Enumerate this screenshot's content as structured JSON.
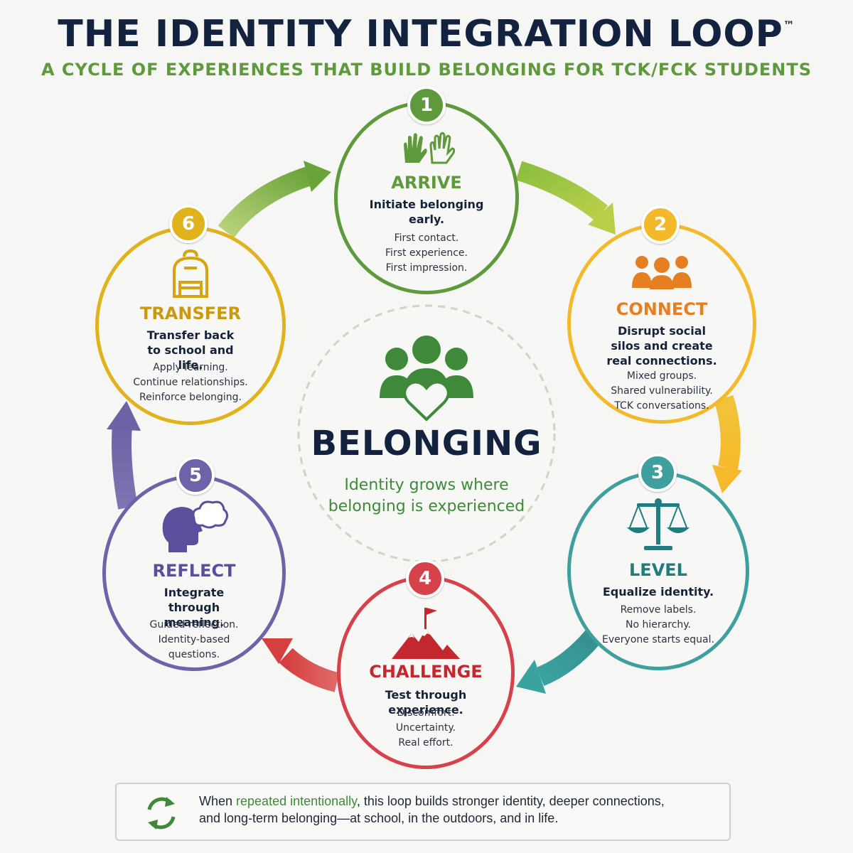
{
  "header": {
    "title": "THE IDENTITY INTEGRATION LOOP",
    "trademark": "™",
    "subtitle": "A CYCLE OF EXPERIENCES THAT BUILD BELONGING FOR TCK/FCK STUDENTS"
  },
  "center": {
    "icon": "group-heart-icon",
    "word": "BELONGING",
    "text": "Identity grows where belonging is experienced",
    "color": "#3f8a3a"
  },
  "stages": [
    {
      "number": "1",
      "name": "ARRIVE",
      "description": "Initiate belonging early.",
      "details": [
        "First contact.",
        "First experience.",
        "First impression."
      ],
      "color": "#5e9a3c",
      "icon": "hands-wave-icon"
    },
    {
      "number": "2",
      "name": "CONNECT",
      "description": "Disrupt social silos and create real connections.",
      "details": [
        "Mixed groups.",
        "Shared vulnerability.",
        "TCK conversations."
      ],
      "color": "#f4b92a",
      "name_color": "#e67e22",
      "icon": "people-group-icon"
    },
    {
      "number": "3",
      "name": "LEVEL",
      "description": "Equalize identity.",
      "details": [
        "Remove labels.",
        "No hierarchy.",
        "Everyone starts equal."
      ],
      "color": "#3e9f9e",
      "name_color": "#1f7c80",
      "icon": "balance-scale-icon"
    },
    {
      "number": "4",
      "name": "CHALLENGE",
      "description": "Test through experience.",
      "details": [
        "Discomfort.",
        "Uncertainty.",
        "Real effort."
      ],
      "color": "#d6414a",
      "name_color": "#c4282f",
      "icon": "mountain-flag-icon"
    },
    {
      "number": "5",
      "name": "REFLECT",
      "description": "Integrate through meaning.",
      "details": [
        "Guided reflection.",
        "Identity-based questions."
      ],
      "color": "#6f62a8",
      "name_color": "#5a4f9c",
      "icon": "head-thought-icon"
    },
    {
      "number": "6",
      "name": "TRANSFER",
      "description": "Transfer back to school and life.",
      "details": [
        "Apply learning.",
        "Continue relationships.",
        "Reinforce belonging."
      ],
      "color": "#e0b21c",
      "name_color": "#c99a10",
      "icon": "backpack-icon"
    }
  ],
  "footer": {
    "icon": "cycle-arrows-icon",
    "text_before": "When ",
    "highlight": "repeated intentionally",
    "text_line1_after": ", this loop builds stronger identity, deeper connections,",
    "text_line2": "and long-term belonging—at school, in the outdoors, and in life."
  }
}
